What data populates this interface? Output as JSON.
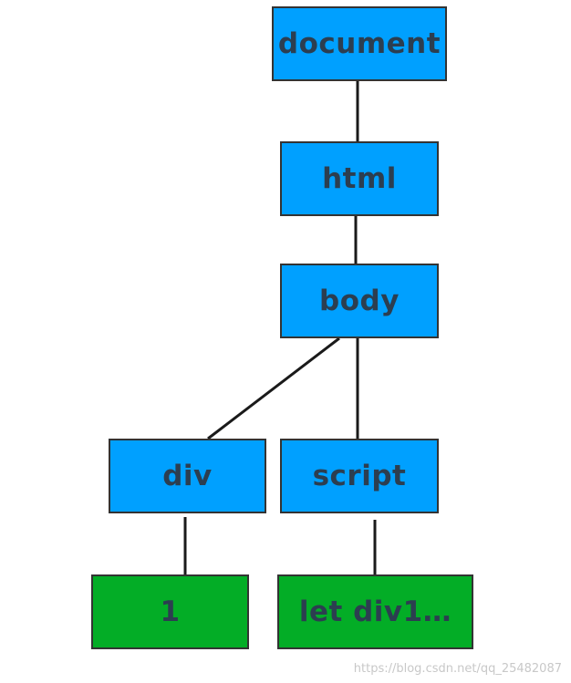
{
  "nodes": {
    "document": "document",
    "html": "html",
    "body": "body",
    "div": "div",
    "script": "script",
    "div_child": "1",
    "script_child": "let div1…"
  },
  "watermark": "https://blog.csdn.net/qq_25482087",
  "colors": {
    "element_node": "#00a0ff",
    "text_node": "#03ad26",
    "border": "#333333",
    "label": "#2c3e50"
  }
}
